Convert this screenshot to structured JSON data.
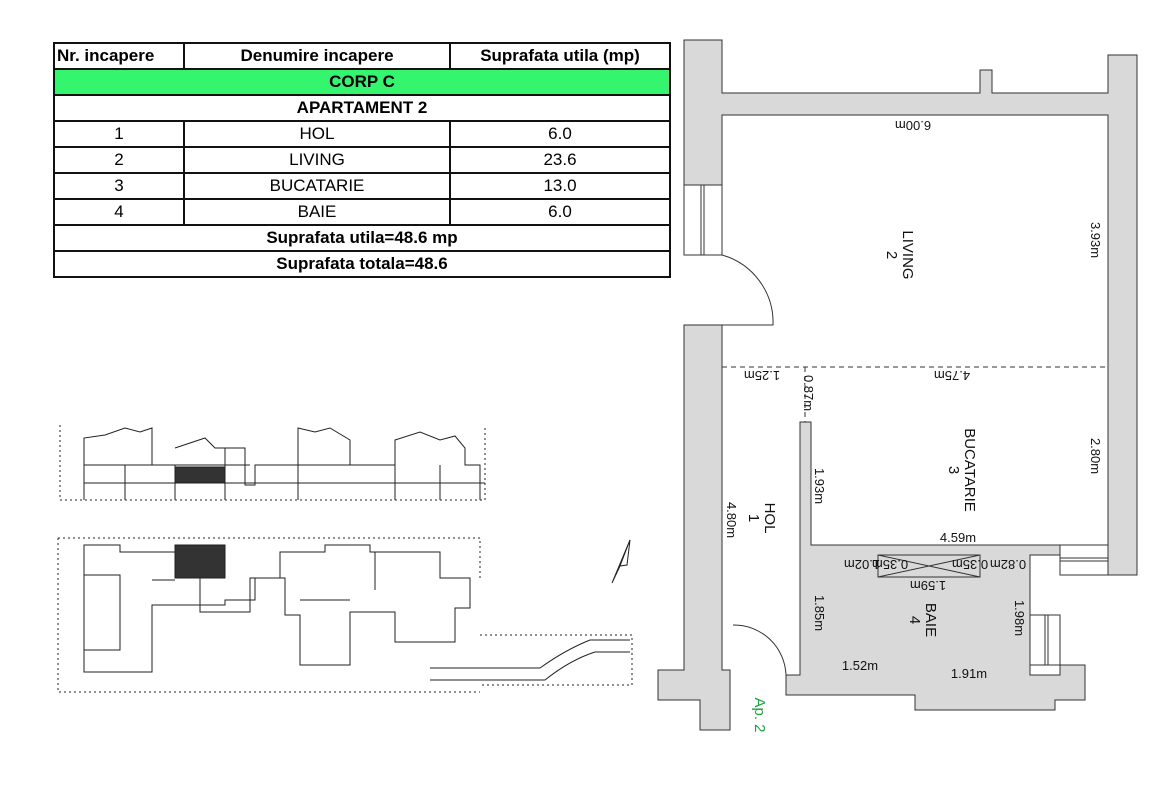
{
  "table": {
    "headers": [
      "Nr. incapere",
      "Denumire incapere",
      "Suprafata utila (mp)"
    ],
    "block": "CORP C",
    "apartment": "APARTAMENT 2",
    "rows": [
      {
        "nr": "1",
        "name": "HOL",
        "area": "6.0"
      },
      {
        "nr": "2",
        "name": "LIVING",
        "area": "23.6"
      },
      {
        "nr": "3",
        "name": "BUCATARIE",
        "area": "13.0"
      },
      {
        "nr": "4",
        "name": "BAIE",
        "area": "6.0"
      }
    ],
    "usable_total": "Suprafata utila=48.6 mp",
    "total": "Suprafata totala=48.6",
    "header_color": "#35f46e"
  },
  "plan": {
    "rooms": [
      {
        "name": "LIVING",
        "nr": "2"
      },
      {
        "name": "BUCATARIE",
        "nr": "3"
      },
      {
        "name": "HOL",
        "nr": "1"
      },
      {
        "name": "BAIE",
        "nr": "4"
      }
    ],
    "dims": {
      "living_width": "6.00m",
      "living_height": "3.93m",
      "hol_top": "1.25m",
      "kitchen_top": "4.75m",
      "gap": "0.87m",
      "kitchen_height": "2.80m",
      "kitchen_left": "1.93m",
      "kitchen_bottom": "4.59m",
      "hol_height": "4.80m",
      "shaft_left": "0.35m",
      "shaft_left2": "1.02m",
      "shaft_right": "0.35m",
      "shaft_right2": "0.82m",
      "shaft_width": "1.59m",
      "bath_left": "1.85m",
      "bath_right": "1.98m",
      "bath_bottom_left": "1.52m",
      "bath_bottom_right": "1.91m"
    },
    "entrance_label": "Ap. 2",
    "entrance_color": "#1aa33a",
    "wall_color": "#d9d9d9"
  }
}
